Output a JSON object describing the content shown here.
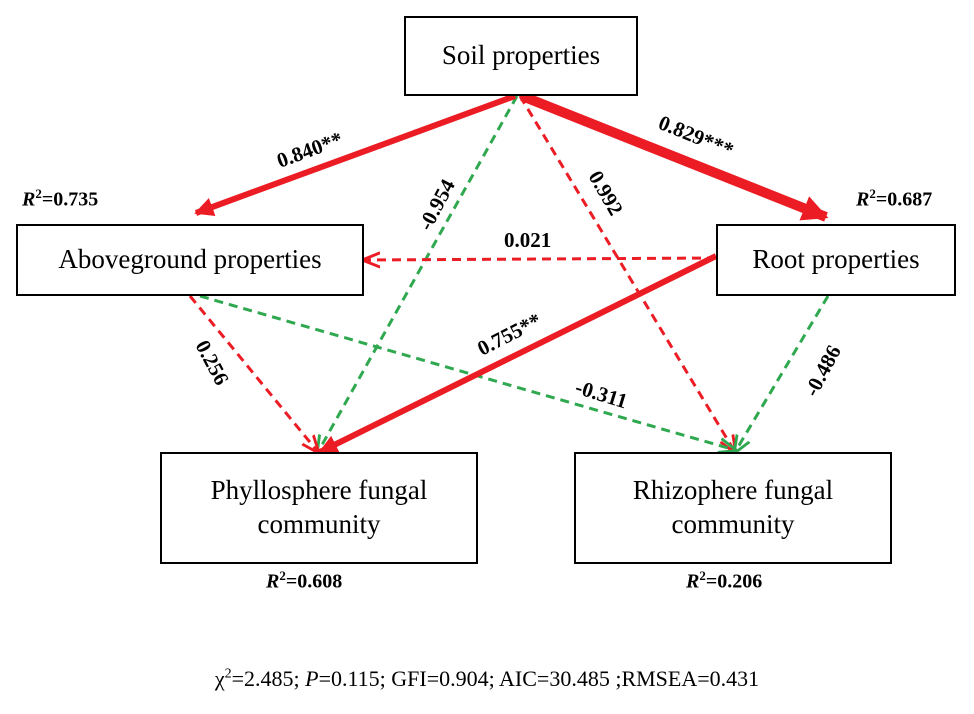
{
  "nodes": {
    "soil": "Soil properties",
    "aboveground": "Aboveground properties",
    "root": "Root properties",
    "phyllosphere_line1": "Phyllosphere fungal",
    "phyllosphere_line2": "community",
    "rhizosphere_line1": "Rhizophere fungal",
    "rhizosphere_line2": "community"
  },
  "r2": {
    "aboveground": "=0.735",
    "root": "=0.687",
    "phyllosphere": "=0.608",
    "rhizosphere": "=0.206"
  },
  "paths": [
    {
      "from": "soil",
      "to": "aboveground",
      "coef": "0.840**",
      "sign": "positive",
      "significant": true
    },
    {
      "from": "soil",
      "to": "root",
      "coef": "0.829***",
      "sign": "positive",
      "significant": true
    },
    {
      "from": "soil",
      "to": "phyllosphere",
      "coef": "-0.954",
      "sign": "negative",
      "significant": false
    },
    {
      "from": "soil",
      "to": "rhizosphere",
      "coef": "0.992",
      "sign": "positive",
      "significant": false
    },
    {
      "from": "root",
      "to": "aboveground",
      "coef": "0.021",
      "sign": "positive",
      "significant": false
    },
    {
      "from": "root",
      "to": "phyllosphere",
      "coef": "0.755**",
      "sign": "positive",
      "significant": true
    },
    {
      "from": "root",
      "to": "rhizosphere",
      "coef": "-0.486",
      "sign": "negative",
      "significant": false
    },
    {
      "from": "aboveground",
      "to": "phyllosphere",
      "coef": "0.256",
      "sign": "positive",
      "significant": false
    },
    {
      "from": "aboveground",
      "to": "rhizosphere",
      "coef": "-0.311",
      "sign": "negative",
      "significant": false
    }
  ],
  "fit": {
    "chi_value": "=2.485; ",
    "p_value": "=0.115; GFI=0.904; AIC=30.485 ;RMSEA=0.431"
  },
  "colors": {
    "positive": "#ec1c24",
    "negative": "#2fa84f",
    "box_border": "#000000"
  }
}
